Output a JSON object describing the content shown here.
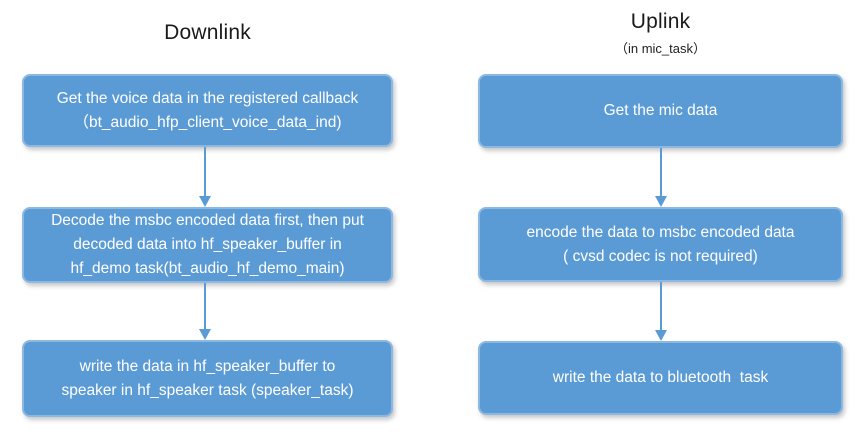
{
  "diagram": {
    "colors": {
      "box_fill": "#5B9BD5",
      "box_border": "#8DB8E2",
      "arrow": "#5B9BD5",
      "box_text": "#FFFFFF",
      "title_text": "#1A1A1A"
    },
    "columns": [
      {
        "title": "Downlink",
        "subtitle": "",
        "steps": [
          "Get the voice data in the registered callback\n（bt_audio_hfp_client_voice_data_ind)",
          "Decode the msbc encoded data first, then put\ndecoded data into hf_speaker_buffer in\nhf_demo task(bt_audio_hf_demo_main)",
          "write the data in hf_speaker_buffer to\nspeaker in hf_speaker task (speaker_task)"
        ]
      },
      {
        "title": "Uplink",
        "subtitle": "（in mic_task）",
        "steps": [
          "Get the mic data",
          "encode the data to msbc encoded data\n( cvsd codec is not required)",
          "write the data to bluetooth  task"
        ]
      }
    ]
  }
}
